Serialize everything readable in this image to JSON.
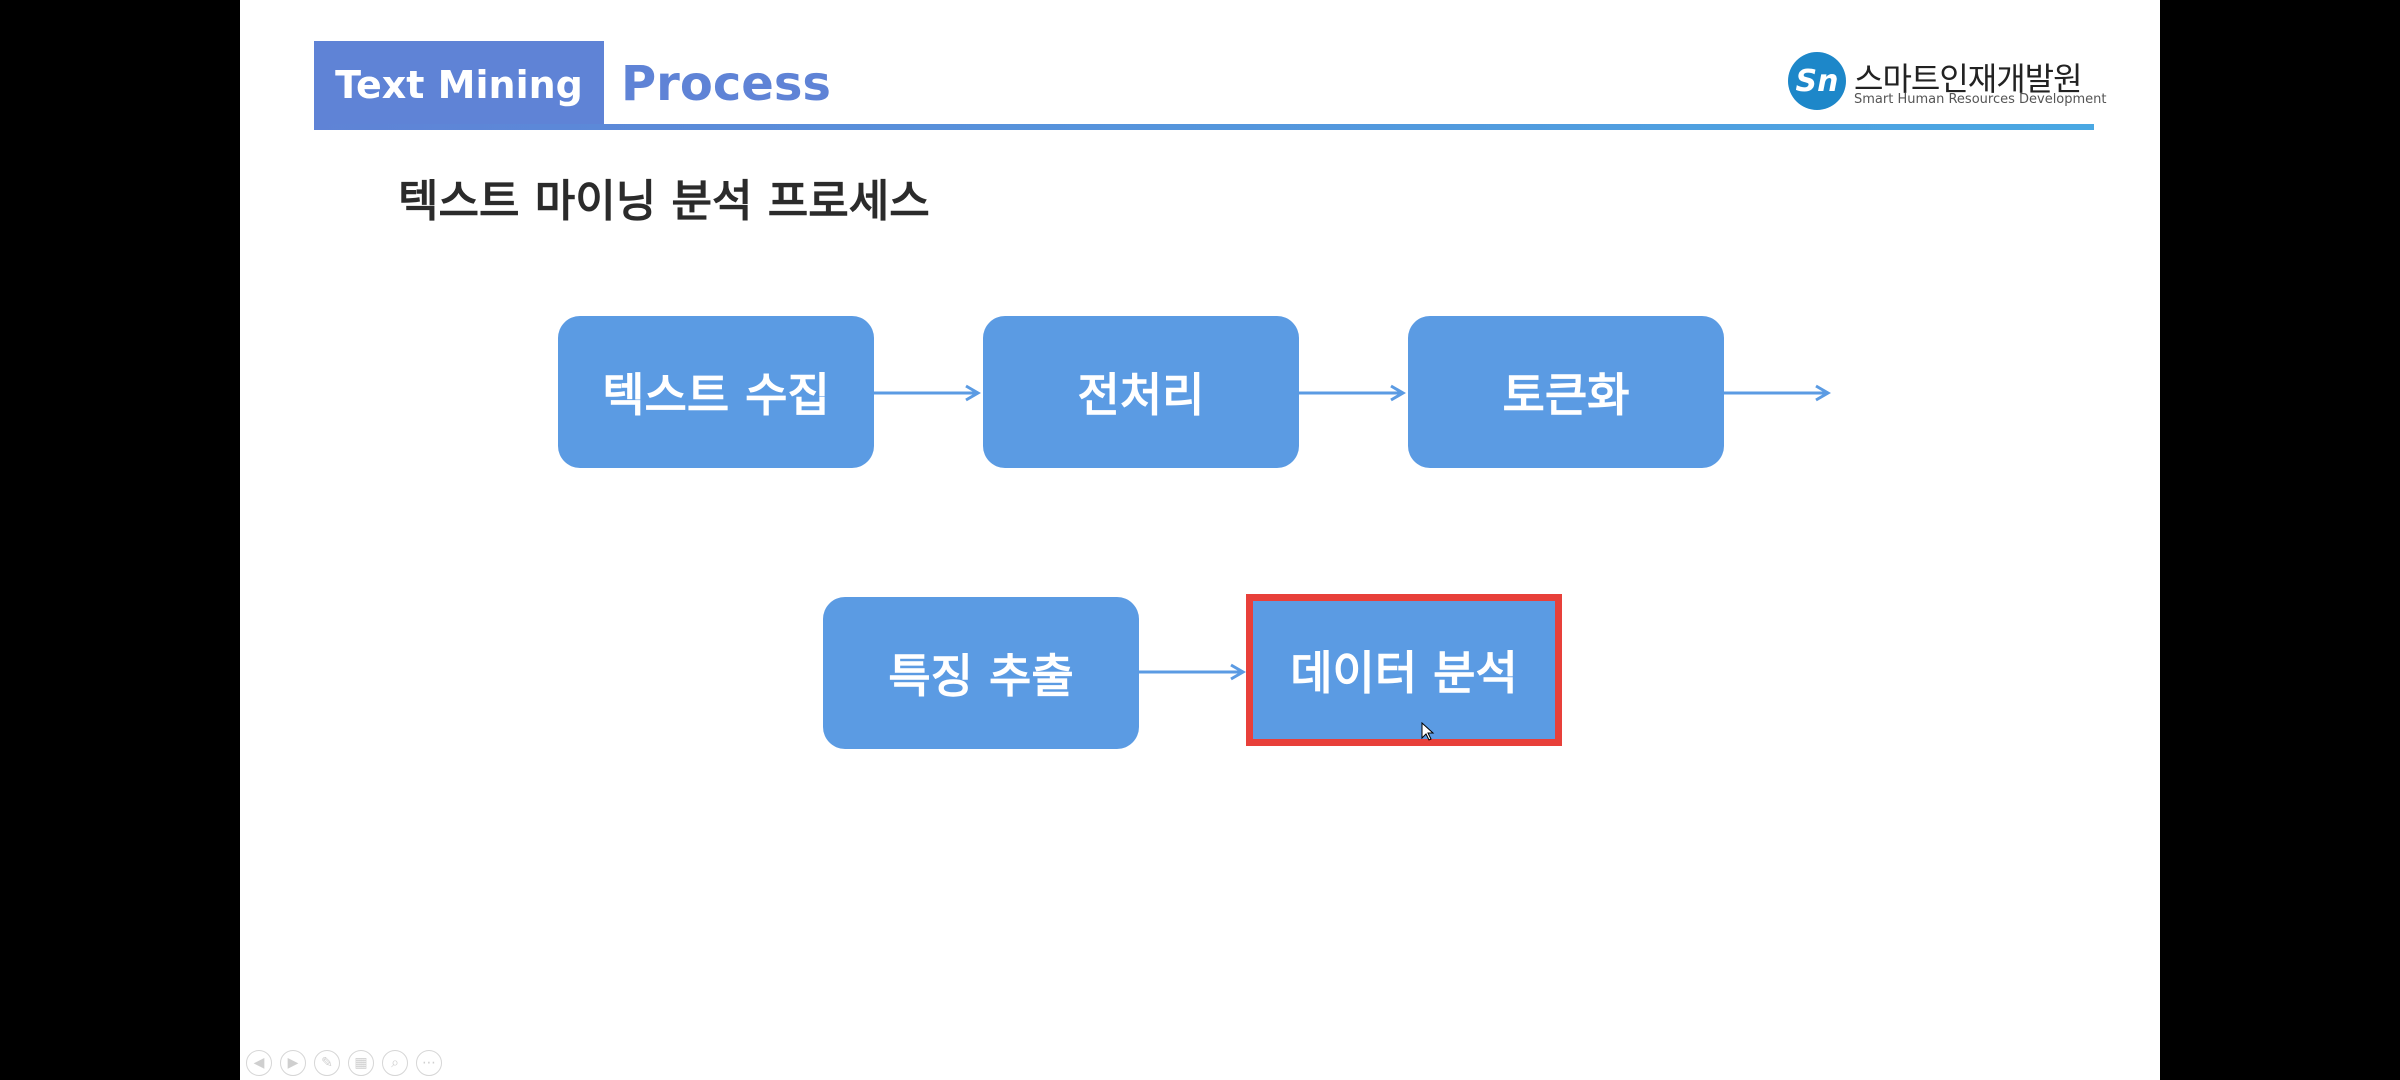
{
  "header": {
    "tag": "Text Mining",
    "title": "Process"
  },
  "logo": {
    "mark": "Sn",
    "name": "스마트인재개발원",
    "subtitle": "Smart Human Resources Development"
  },
  "slide": {
    "subtitle": "텍스트 마이닝 분석 프로세스"
  },
  "flow": {
    "steps": [
      {
        "label": "텍스트 수집"
      },
      {
        "label": "전처리"
      },
      {
        "label": "토큰화"
      },
      {
        "label": "특징 추출"
      },
      {
        "label": "데이터 분석",
        "highlighted": true
      }
    ]
  },
  "colors": {
    "accent": "#5f83d6",
    "box": "#5b9be3",
    "arrow": "#5b9be3",
    "highlight_border": "#e8403a"
  },
  "toolbar": {
    "icons": [
      "previous-icon",
      "next-icon",
      "pen-icon",
      "slides-icon",
      "zoom-icon",
      "more-icon"
    ],
    "glyphs": [
      "◀",
      "▶",
      "✎",
      "▦",
      "⌕",
      "⋯"
    ]
  }
}
